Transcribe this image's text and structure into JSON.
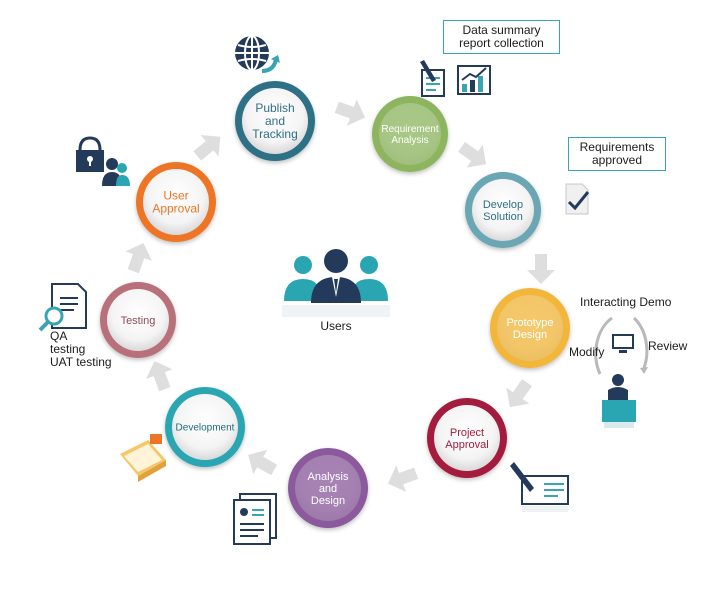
{
  "nodes": [
    {
      "id": "publish",
      "lines": [
        "Publish",
        "and",
        "Tracking"
      ],
      "ring": "#2f6f86",
      "text": "#2f6f86"
    },
    {
      "id": "requirement",
      "lines": [
        "Requirement",
        "Analysis"
      ],
      "ring": "#8db55e",
      "text": "#ffffff"
    },
    {
      "id": "develop",
      "lines": [
        "Develop",
        "Solution"
      ],
      "ring": "#6aa6b4",
      "text": "#2f6f86"
    },
    {
      "id": "prototype",
      "lines": [
        "Prototype",
        "Design"
      ],
      "ring": "#f2b63a",
      "text": "#ffffff"
    },
    {
      "id": "project",
      "lines": [
        "Project",
        "Approval"
      ],
      "ring": "#a31d3d",
      "text": "#a31d3d"
    },
    {
      "id": "analysis",
      "lines": [
        "Analysis",
        "and",
        "Design"
      ],
      "ring": "#8a5a9c",
      "text": "#ffffff"
    },
    {
      "id": "development",
      "lines": [
        "Development"
      ],
      "ring": "#2aa6b3",
      "text": "#1f6c80"
    },
    {
      "id": "testing",
      "lines": [
        "Testing"
      ],
      "ring": "#b8707a",
      "text": "#8c4d57"
    },
    {
      "id": "user_approval",
      "lines": [
        "User",
        "Approval"
      ],
      "ring": "#ee7427",
      "text": "#ee7427"
    }
  ],
  "center_label": "Users",
  "annotations": {
    "data_summary": [
      "Data summary",
      "report collection"
    ],
    "requirements_approved": [
      "Requirements",
      "approved"
    ],
    "interacting_demo": "Interacting Demo",
    "review": "Review",
    "modify": "Modify",
    "qa_testing": [
      "QA",
      "testing",
      "UAT testing"
    ]
  },
  "colors": {
    "arrow": "#dedede",
    "navy": "#233a5a",
    "teal": "#3aa3b4"
  },
  "icons": [
    "globe-icon",
    "chart-icon",
    "document-check-icon",
    "presenter-icon",
    "signing-icon",
    "resume-icon",
    "code-window-icon",
    "search-document-icon",
    "lock-users-icon",
    "users-icon"
  ]
}
